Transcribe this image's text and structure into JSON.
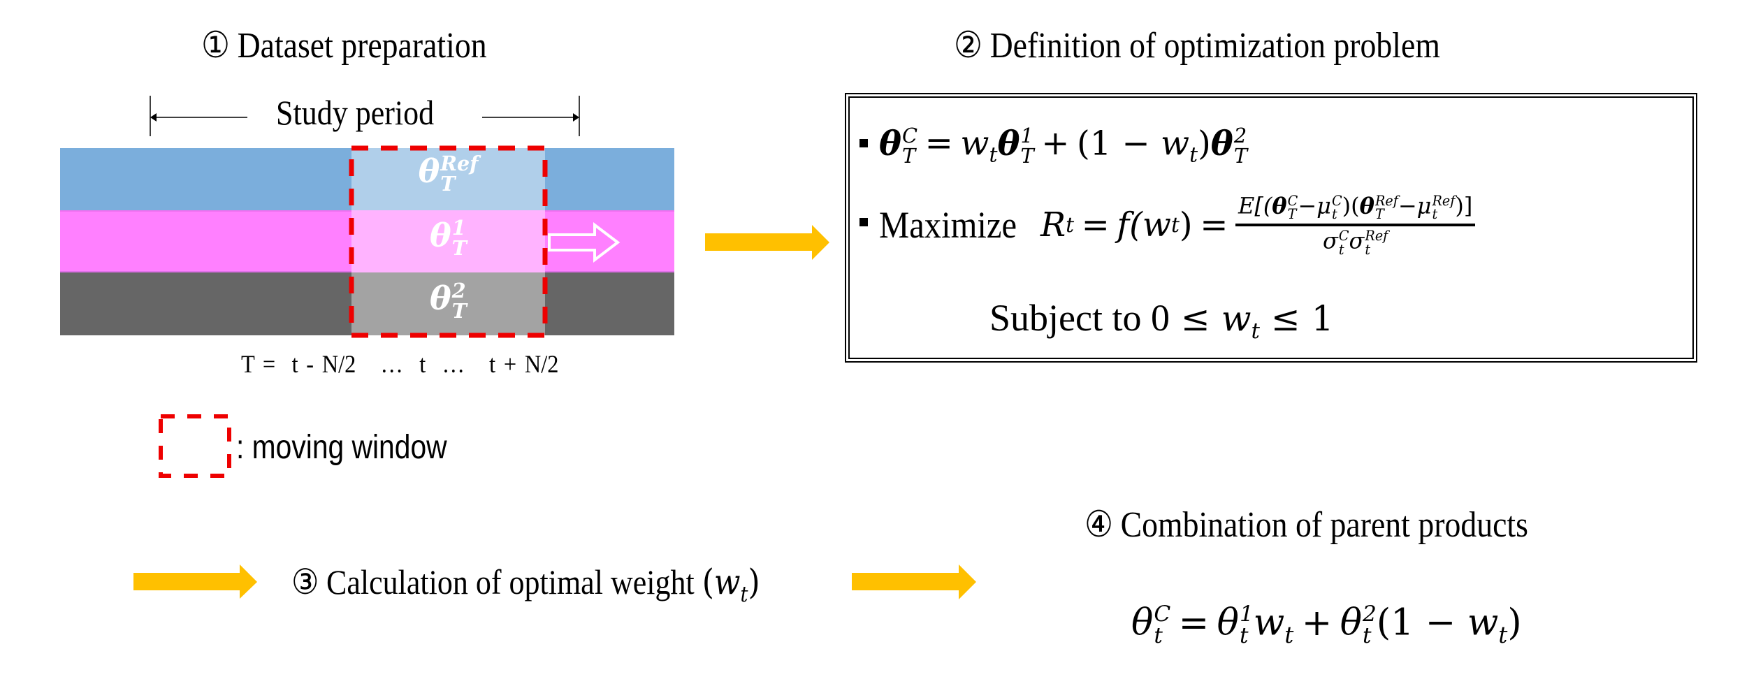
{
  "steps": {
    "step1": {
      "number": "①",
      "title": "Dataset preparation"
    },
    "step2": {
      "number": "②",
      "title": "Definition of optimization problem"
    },
    "step3": {
      "number": "③",
      "title": "Calculation of optimal weight",
      "symbol_open": "(",
      "symbol": "w",
      "symbol_sub": "t",
      "symbol_close": ")"
    },
    "step4": {
      "number": "④",
      "title": "Combination of parent products"
    }
  },
  "dataset": {
    "study_period_label": "Study period",
    "layers": [
      {
        "key": "ref",
        "symbol": "θ",
        "sup": "Ref",
        "sub": "T",
        "color": "#7BAEDC",
        "window_color": "#B0CFEA"
      },
      {
        "key": "parent1",
        "symbol": "θ",
        "sup": "1",
        "sub": "T",
        "color": "#FF80FF",
        "window_color": "#FFB3FF"
      },
      {
        "key": "parent2",
        "symbol": "θ",
        "sup": "2",
        "sub": "T",
        "color": "#666666",
        "window_color": "#A3A3A3"
      }
    ],
    "time_axis": "T =  t - N/2   …  t  …   t + N/2",
    "window_color": "#EE0000",
    "legend_label": ": moving window"
  },
  "optimization": {
    "eq1": {
      "lhs": {
        "symbol": "θ",
        "sup": "C",
        "sub": "T"
      },
      "eq": "=",
      "w": "w",
      "w_sub": "t",
      "t1": {
        "symbol": "θ",
        "sup": "1",
        "sub": "T"
      },
      "plus": "+",
      "paren_open": "(1 −",
      "paren_close": ")",
      "t2": {
        "symbol": "θ",
        "sup": "2",
        "sub": "T"
      }
    },
    "eq2": {
      "prefix": "Maximize",
      "R": "R",
      "R_sub": "t",
      "eq": "=",
      "f": "f(",
      "w": "w",
      "w_sub": "t",
      "f_close": ")",
      "eq2": "=",
      "numerator": {
        "E": "E[(",
        "theta_c": {
          "symbol": "θ",
          "sup": "C",
          "sub": "T"
        },
        "minus1": "−",
        "mu_c": {
          "symbol": "μ",
          "sup": "C",
          "sub": "t"
        },
        "mid": ")(",
        "theta_ref": {
          "symbol": "θ",
          "sup": "Ref",
          "sub": "T"
        },
        "minus2": "−",
        "mu_ref": {
          "symbol": "μ",
          "sup": "Ref",
          "sub": "t"
        },
        "end": ")]"
      },
      "denominator": {
        "sigma_c": {
          "symbol": "σ",
          "sup": "C",
          "sub": "t"
        },
        "sigma_ref": {
          "symbol": "σ",
          "sup": "Ref",
          "sub": "t"
        }
      }
    },
    "constraint": {
      "prefix": "Subject to 0",
      "le1": "≤",
      "w": "w",
      "w_sub": "t",
      "le2": "≤",
      "upper": "1"
    }
  },
  "combination": {
    "lhs": {
      "symbol": "θ",
      "sup": "C",
      "sub": "t"
    },
    "eq": "=",
    "t1": {
      "symbol": "θ",
      "sup": "1",
      "sub": "t"
    },
    "w": "w",
    "w_sub": "t",
    "plus": "+",
    "t2": {
      "symbol": "θ",
      "sup": "2",
      "sub": "t"
    },
    "paren_open": "(1 −",
    "w2": "w",
    "w2_sub": "t",
    "paren_close": ")"
  },
  "colors": {
    "flow_arrow": "#FFC000",
    "window_border": "#EE0000"
  }
}
